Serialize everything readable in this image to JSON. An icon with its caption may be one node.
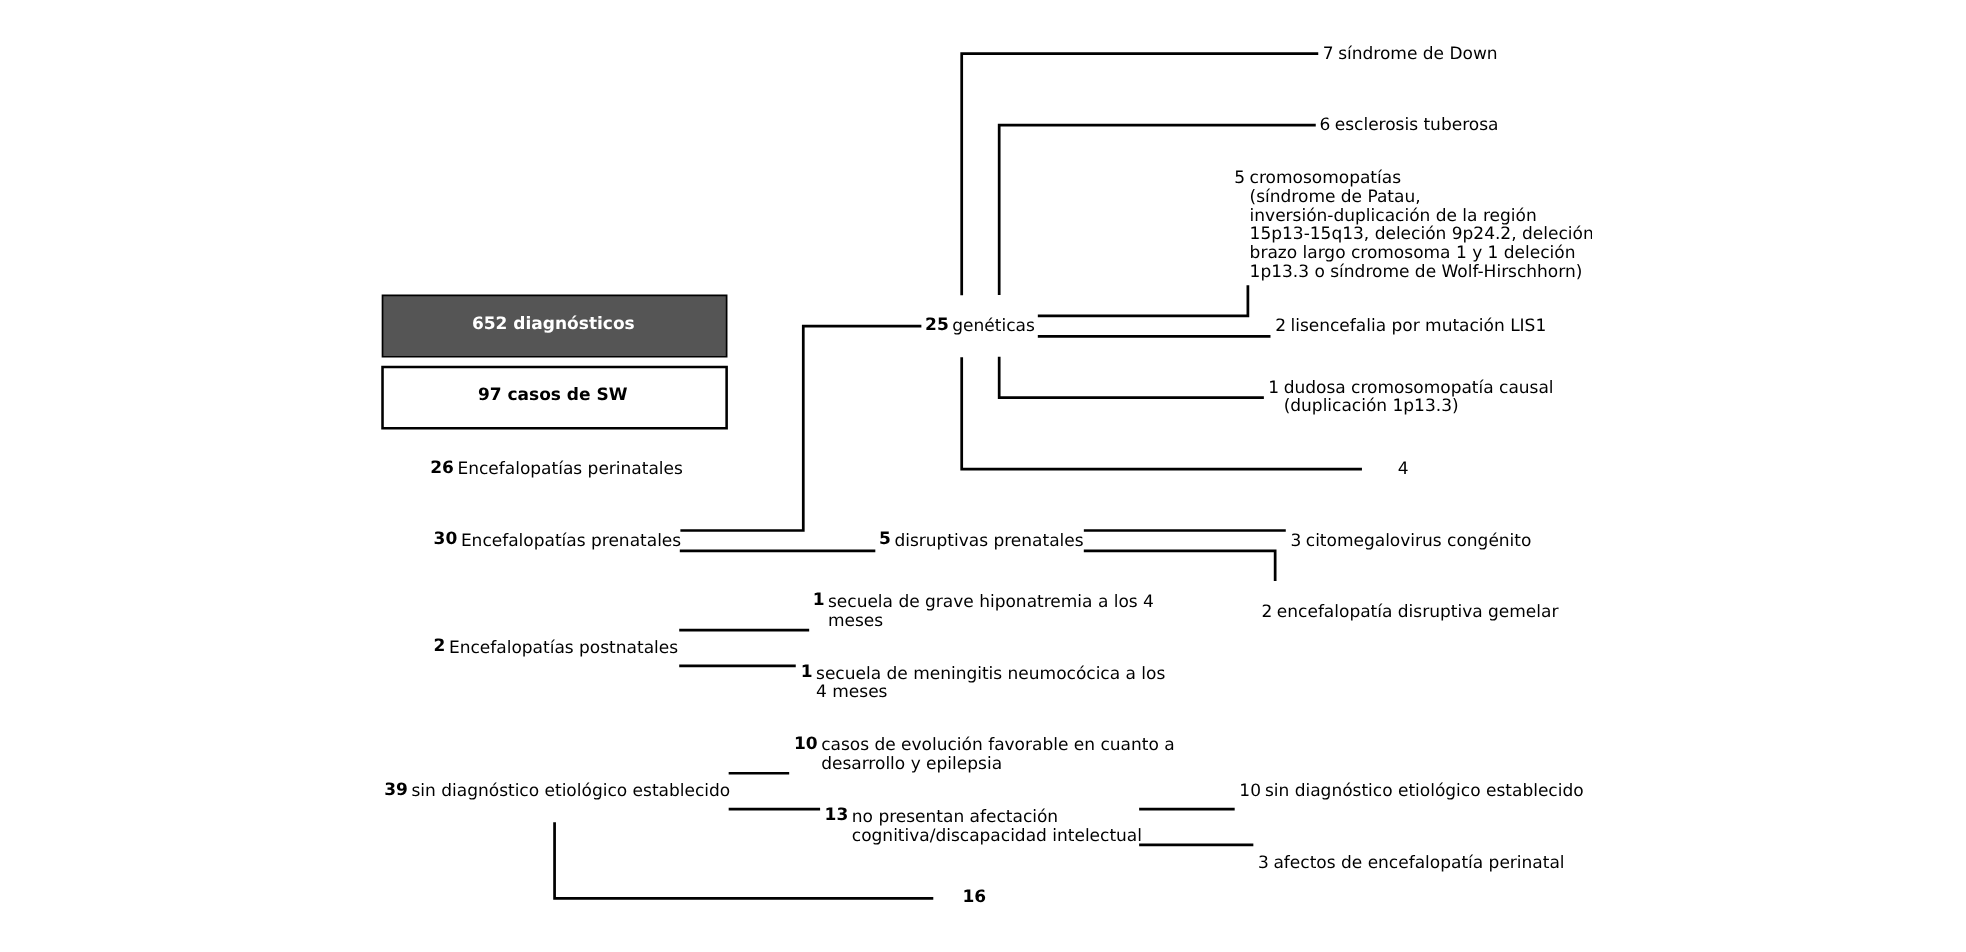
{
  "diagram": {
    "nodes": [
      {
        "text": [
          "652 diagnósticos"
        ]
      },
      {
        "text": [
          "97 casos de SW"
        ]
      },
      {
        "text": [
          "26",
          "Encefalopatías perinatales"
        ]
      },
      {
        "text": [
          "30",
          "Encefalopatías prenatales"
        ]
      },
      {
        "text": [
          "25",
          "genéticas"
        ]
      },
      {
        "text": [
          "5",
          "disruptivas prenatales"
        ]
      },
      {
        "text": [
          "7",
          "síndrome de Down"
        ]
      },
      {
        "text": [
          "6",
          "esclerosis tuberosa"
        ]
      },
      {
        "text": [
          "5",
          "cromosomopatías",
          "(síndrome de Patau, inversión-duplicación de la región 15p13-15q13, deleción 9p24.2, deleción brazo largo cromosoma 1 y 1 deleción 1p13.3 o síndrome de Wolf-Hirschhorn)"
        ]
      },
      {
        "text": [
          "2",
          "lisencefalia por mutación LIS1"
        ]
      },
      {
        "text": [
          "1",
          "dudosa cromosomopatía causal (duplicación 1p13.3)"
        ]
      },
      {
        "text": [
          "4"
        ]
      },
      {
        "text": [
          "3",
          "citomegalovirus congénito"
        ]
      },
      {
        "text": [
          "2",
          "encefalopatía disruptiva gemelar"
        ]
      },
      {
        "text": [
          "2",
          "Encefalopatías postnatales"
        ]
      },
      {
        "text": [
          "1",
          "secuela de grave hiponatremia a los 4 meses"
        ]
      },
      {
        "text": [
          "1",
          "secuela de meningitis neumocócica a los 4 meses"
        ]
      },
      {
        "text": [
          "39",
          "sin diagnóstico etiológico establecido"
        ]
      },
      {
        "text": [
          "10",
          "casos de evolución favorable en cuanto a desarrollo y epilepsia"
        ]
      },
      {
        "text": [
          "13",
          "no presentan afectación cognitiva/discapacidad intelectual"
        ]
      },
      {
        "text": [
          "16"
        ]
      },
      {
        "text": [
          "10",
          "sin diagnóstico etiológico establecido"
        ]
      },
      {
        "text": [
          "3",
          "afectos de encefalopatía perinatal"
        ]
      }
    ],
    "edges": [
      {
        "from": 3,
        "to": 4,
        "arrow": "none"
      },
      {
        "from": 3,
        "to": 5,
        "arrow": "none"
      },
      {
        "from": 4,
        "to": 6,
        "arrow": "none"
      },
      {
        "from": 4,
        "to": 7,
        "arrow": "none"
      },
      {
        "from": 4,
        "to": 8,
        "arrow": "none"
      },
      {
        "from": 4,
        "to": 9,
        "arrow": "none"
      },
      {
        "from": 4,
        "to": 10,
        "arrow": "none"
      },
      {
        "from": 4,
        "to": 11,
        "arrow": "none"
      },
      {
        "from": 5,
        "to": 12,
        "arrow": "none"
      },
      {
        "from": 5,
        "to": 13,
        "arrow": "none"
      },
      {
        "from": 14,
        "to": 15,
        "arrow": "none"
      },
      {
        "from": 14,
        "to": 16,
        "arrow": "none"
      },
      {
        "from": 17,
        "to": 18,
        "arrow": "none"
      },
      {
        "from": 17,
        "to": 19,
        "arrow": "none"
      },
      {
        "from": 17,
        "to": 20,
        "arrow": "none"
      },
      {
        "from": 19,
        "to": 21,
        "arrow": "none"
      },
      {
        "from": 19,
        "to": 22,
        "arrow": "none"
      }
    ]
  }
}
